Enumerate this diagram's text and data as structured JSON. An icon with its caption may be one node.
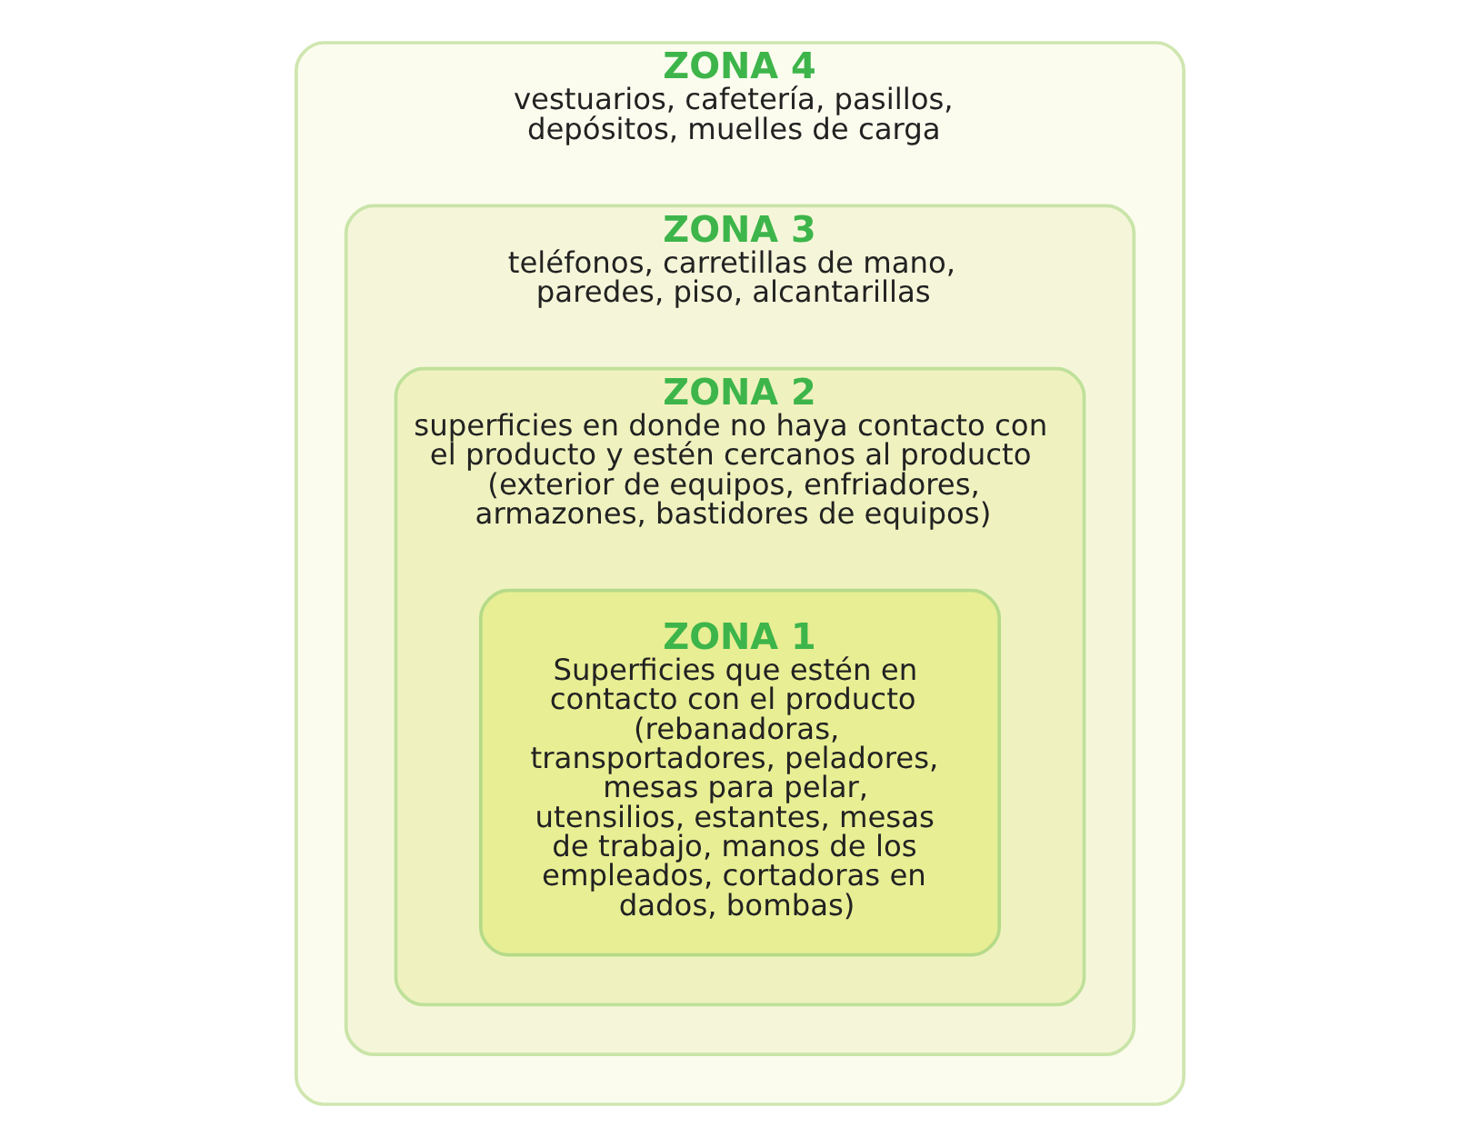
{
  "diagram": {
    "nodes": [
      {
        "text": [
          "ZONA 4",
          "vestuarios, cafetería, pasillos, depósitos, muelles de carga"
        ]
      },
      {
        "text": [
          "ZONA 3",
          "teléfonos, carretillas de mano, paredes, piso, alcantarillas"
        ],
        "in": 0
      },
      {
        "text": [
          "ZONA 2",
          "superficies en donde no haya contacto con el producto y estén cercanos al producto (exterior de equipos, enfriadores, armazones, bastidores de equipos)"
        ],
        "in": 1
      },
      {
        "text": [
          "ZONA 1",
          "Superficies que estén en contacto con el producto (rebanadoras, transportadores, peladores, mesas para pelar, utensilios, estantes, mesas de trabajo, manos de los empleados, cortadoras en dados, bombas)"
        ],
        "in": 2
      }
    ],
    "edges": []
  }
}
